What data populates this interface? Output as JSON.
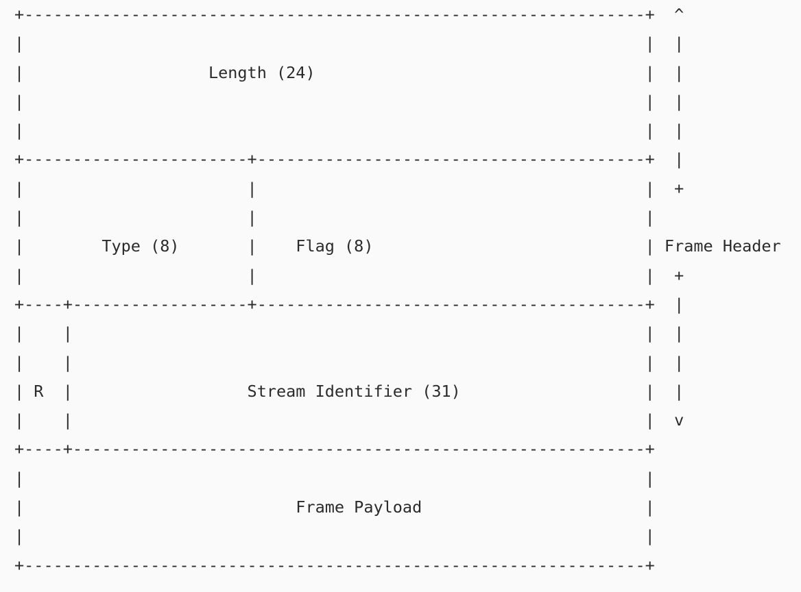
{
  "colors": {
    "background": "#fafafa",
    "text": "#2b2b2b"
  },
  "diagram": {
    "kind": "ascii-frame-format-diagram",
    "fields": [
      "Length (24)",
      "Type (8)",
      "Flag (8)",
      "R",
      "Stream Identifier (31)",
      "Frame Payload"
    ],
    "annotation_label": "Frame Header",
    "annotation_arrow_top": "^",
    "annotation_arrow_bottom": "v",
    "lines": [
      "+----------------------------------------------------------------+  ^",
      "|                                                                |  |",
      "|                   Length (24)                                  |  |",
      "|                                                                |  |",
      "|                                                                |  |",
      "+-----------------------+----------------------------------------+  |",
      "|                       |                                        |  +",
      "|                       |                                        |",
      "|        Type (8)       |    Flag (8)                            | Frame Header",
      "|                       |                                        |  +",
      "+----+------------------+----------------------------------------+  |",
      "|    |                                                           |  |",
      "|    |                                                           |  |",
      "| R  |                  Stream Identifier (31)                   |  |",
      "|    |                                                           |  v",
      "+----+-----------------------------------------------------------+",
      "|                                                                |",
      "|                            Frame Payload                       |",
      "|                                                                |",
      "+----------------------------------------------------------------+"
    ]
  }
}
